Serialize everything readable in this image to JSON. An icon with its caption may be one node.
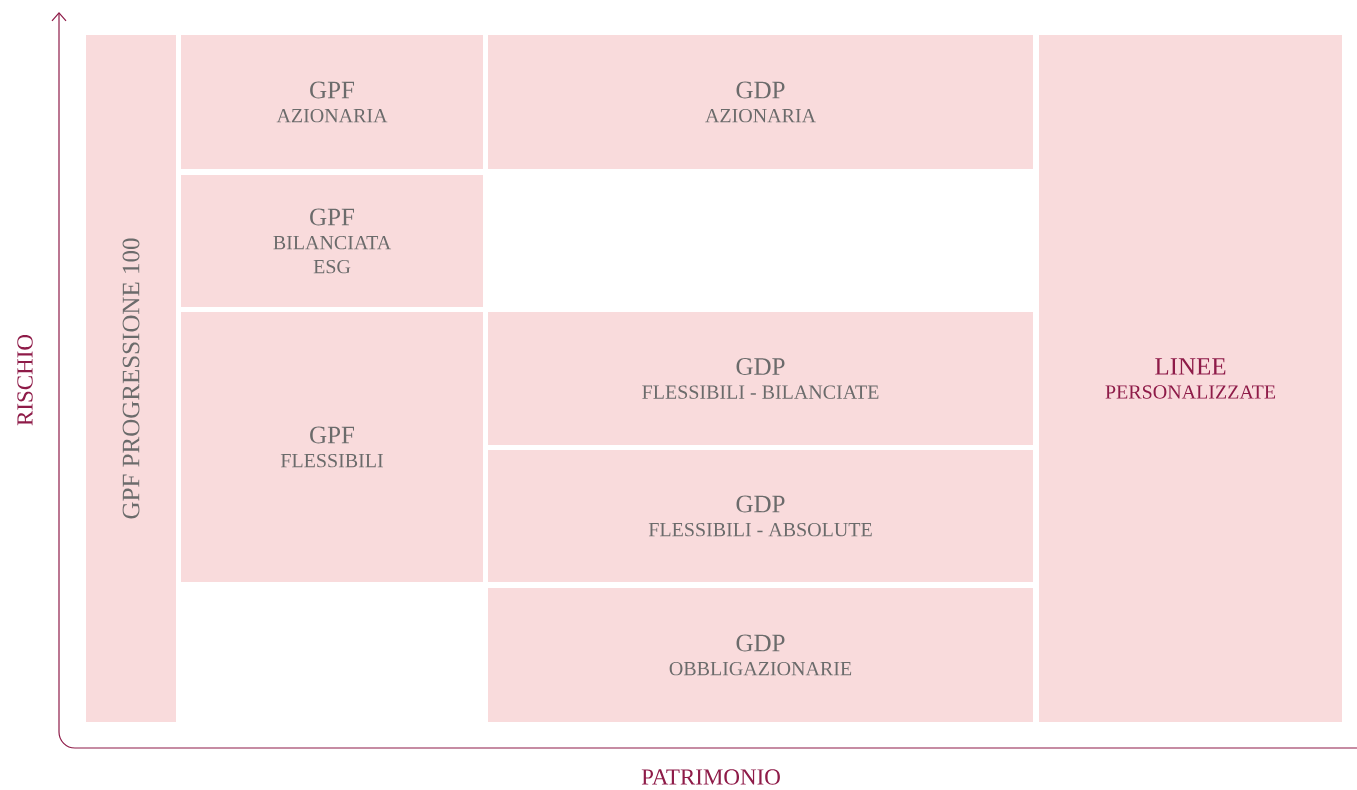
{
  "diagram": {
    "nodes": [
      {
        "text": [
          "GPF PROGRESSIONE 100"
        ]
      },
      {
        "text": [
          "GPF",
          "AZIONARIA"
        ]
      },
      {
        "text": [
          "GPF",
          "BILANCIATA",
          "ESG"
        ]
      },
      {
        "text": [
          "GPF",
          "FLESSIBILI"
        ]
      },
      {
        "text": [
          "GDP",
          "AZIONARIA"
        ]
      },
      {
        "text": [
          "GDP",
          "FLESSIBILI - BILANCIATE"
        ]
      },
      {
        "text": [
          "GDP",
          "FLESSIBILI - ABSOLUTE"
        ]
      },
      {
        "text": [
          "GDP",
          "OBBLIGAZIONARIE"
        ]
      },
      {
        "text": [
          "LINEE",
          "PERSONALIZZATE"
        ]
      }
    ],
    "labels": [
      "RISCHIO",
      "PATRIMONIO"
    ]
  }
}
